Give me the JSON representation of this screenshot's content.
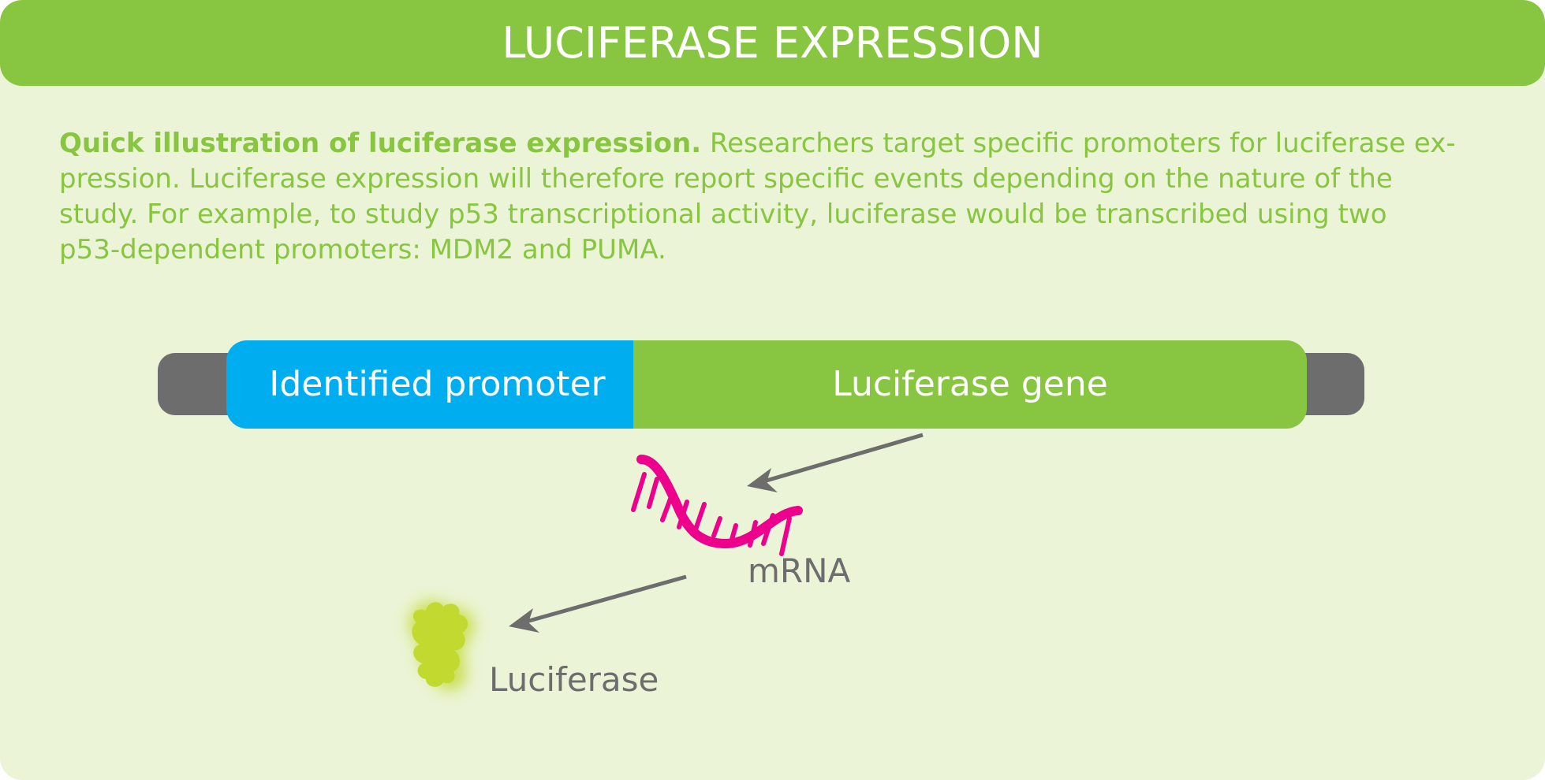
{
  "header": {
    "title": "LUCIFERASE EXPRESSION"
  },
  "intro": {
    "bold": "Quick illustration of luciferase expression.",
    "line1": " Researchers target specific promoters for luciferase ex-",
    "line2": "pression. Luciferase expression will therefore report specific events depending on the nature of the",
    "line3": "study. For example, to study p53 transcriptional activity, luciferase would be transcribed using two",
    "line4": "p53-dependent promoters: MDM2 and PUMA."
  },
  "construct": {
    "promoter_label": "Identified promoter",
    "gene_label": "Luciferase gene"
  },
  "labels": {
    "mrna": "mRNA",
    "protein": "Luciferase"
  },
  "colors": {
    "header": "#88c540",
    "background": "#ebf4d6",
    "promoter": "#00adee",
    "gene": "#88c540",
    "caps": "#6d6d6d",
    "mrna": "#ec008c",
    "luciferase": "#c2d92f",
    "arrows": "#6d6d6d"
  },
  "icons": [
    "mrna-strand-icon",
    "luciferase-protein-icon",
    "arrow-icon"
  ]
}
